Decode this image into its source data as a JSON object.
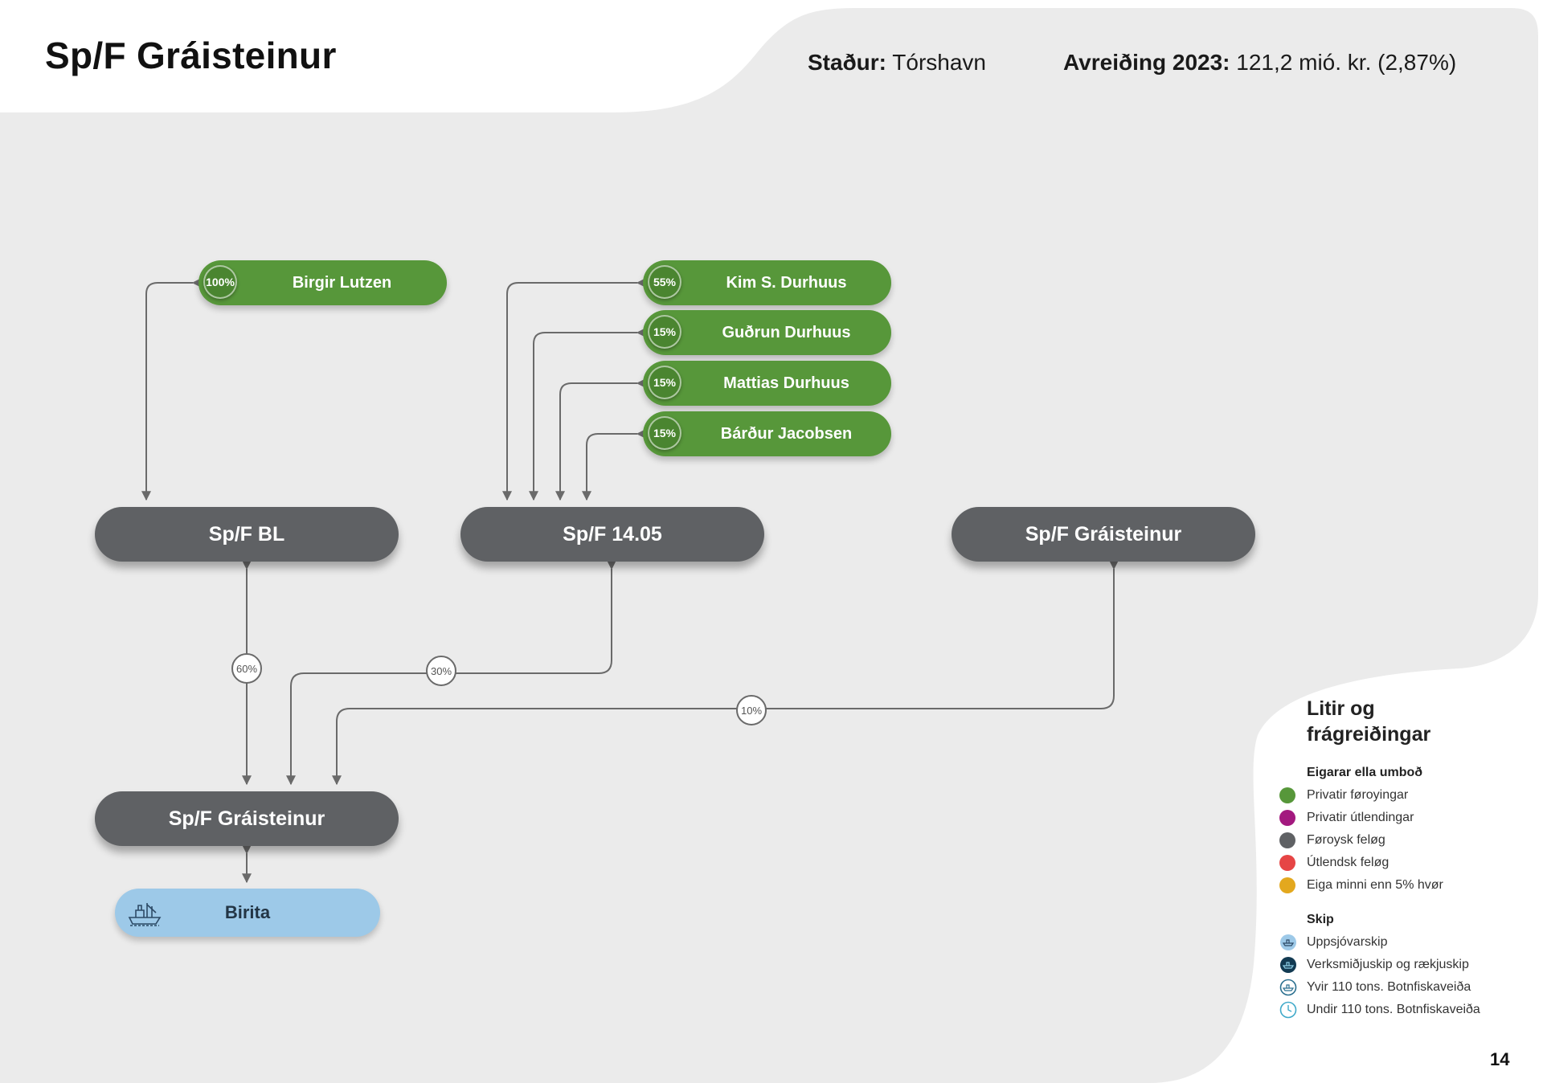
{
  "header": {
    "title": "Sp/F Gráisteinur",
    "location_label": "Staður:",
    "location_value": "Tórshavn",
    "quota_label": "Avreiðing 2023:",
    "quota_value": "121,2 mió. kr. (2,87%)"
  },
  "owners": [
    {
      "percent": "100%",
      "name": "Birgir Lutzen"
    },
    {
      "percent": "55%",
      "name": "Kim S.  Durhuus"
    },
    {
      "percent": "15%",
      "name": "Guðrun Durhuus"
    },
    {
      "percent": "15%",
      "name": "Mattias Durhuus"
    },
    {
      "percent": "15%",
      "name": "Bárður Jacobsen"
    }
  ],
  "companies": [
    "Sp/F BL",
    "Sp/F 14.05",
    "Sp/F Gráisteinur",
    "Sp/F Gráisteinur"
  ],
  "stakes": [
    "60%",
    "30%",
    "10%"
  ],
  "vessel": {
    "name": "Birita",
    "icon": "pelagic-ship-icon"
  },
  "legend": {
    "title": "Litir og frágreiðingar",
    "owners_heading": "Eigarar ella umboð",
    "owner_types": [
      {
        "label": "Privatir føroyingar",
        "color": "#57973a"
      },
      {
        "label": "Privatir útlendingar",
        "color": "#a3197f"
      },
      {
        "label": "Føroysk feløg",
        "color": "#5f6164"
      },
      {
        "label": "Útlendsk feløg",
        "color": "#e64545"
      },
      {
        "label": "Eiga minni enn 5% hvør",
        "color": "#e3a81e"
      }
    ],
    "ships_heading": "Skip",
    "ship_types": [
      {
        "label": "Uppsjóvarskip",
        "icon": "pelagic-ship-icon"
      },
      {
        "label": "Verksmiðjuskip og rækjuskip",
        "icon": "factory-ship-icon"
      },
      {
        "label": "Yvir 110 tons. Botnfiskaveiða",
        "icon": "large-trawler-icon"
      },
      {
        "label": "Undir 110 tons. Botnfiskaveiða",
        "icon": "small-trawler-icon"
      }
    ]
  },
  "page_number": "14",
  "colors": {
    "private_faroese": "#57973a",
    "faroese_company": "#5f6164",
    "vessel": "#9dc9e8",
    "background_panel": "#ebebeb",
    "connector": "#6a6a6a"
  }
}
